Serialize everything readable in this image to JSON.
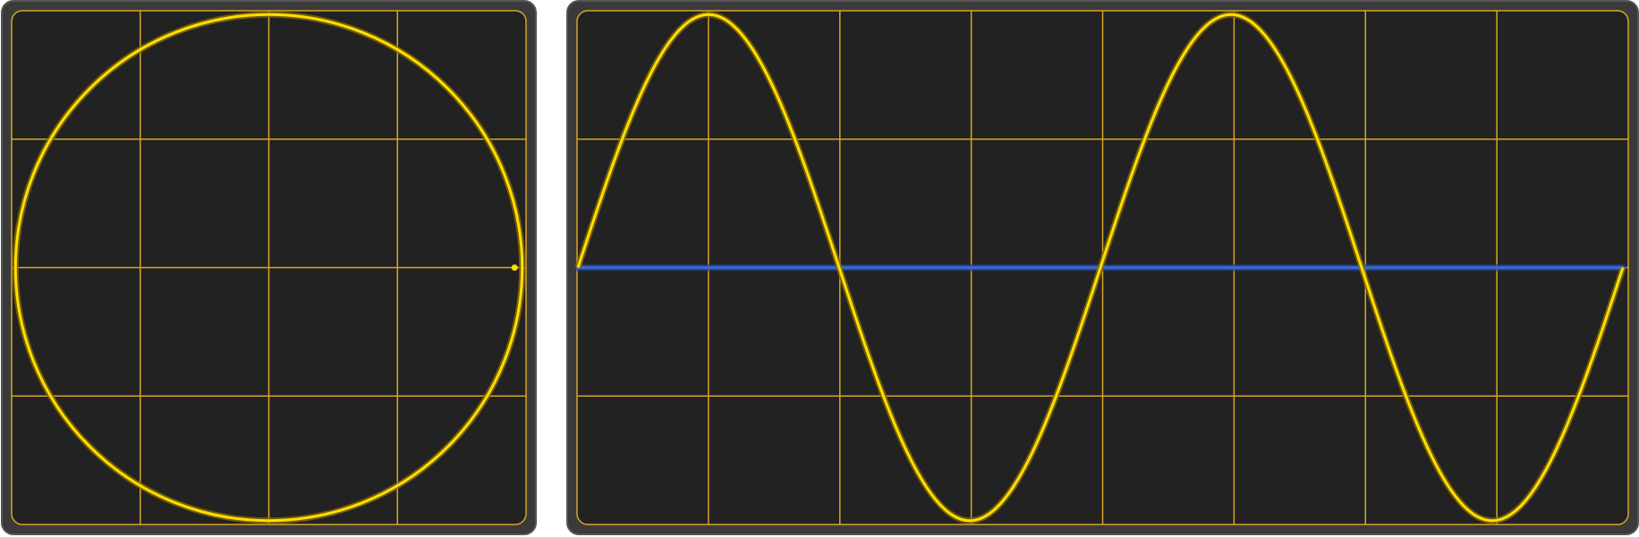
{
  "chart_data": [
    {
      "type": "line",
      "view": "xy",
      "grid": true,
      "xlim": [
        -1,
        1
      ],
      "ylim": [
        -1,
        1
      ],
      "series": [
        {
          "kind": "circle",
          "radius": 1,
          "color": "#ffe000"
        }
      ],
      "marker": {
        "x": 0.97,
        "y": 0
      }
    },
    {
      "type": "line",
      "view": "time",
      "grid": true,
      "xlim": [
        0,
        8
      ],
      "ylim": [
        -1,
        1
      ],
      "series": [
        {
          "kind": "sine",
          "amplitude": 1,
          "cycles": 2,
          "color": "#ffe000"
        },
        {
          "kind": "flat",
          "value": 0,
          "color": "#3a66c8"
        }
      ]
    }
  ],
  "colors": {
    "screen": "#222222",
    "frame": "#3a3a3a",
    "grid": "#d9a521",
    "trace_glow": "#8a6a00"
  }
}
